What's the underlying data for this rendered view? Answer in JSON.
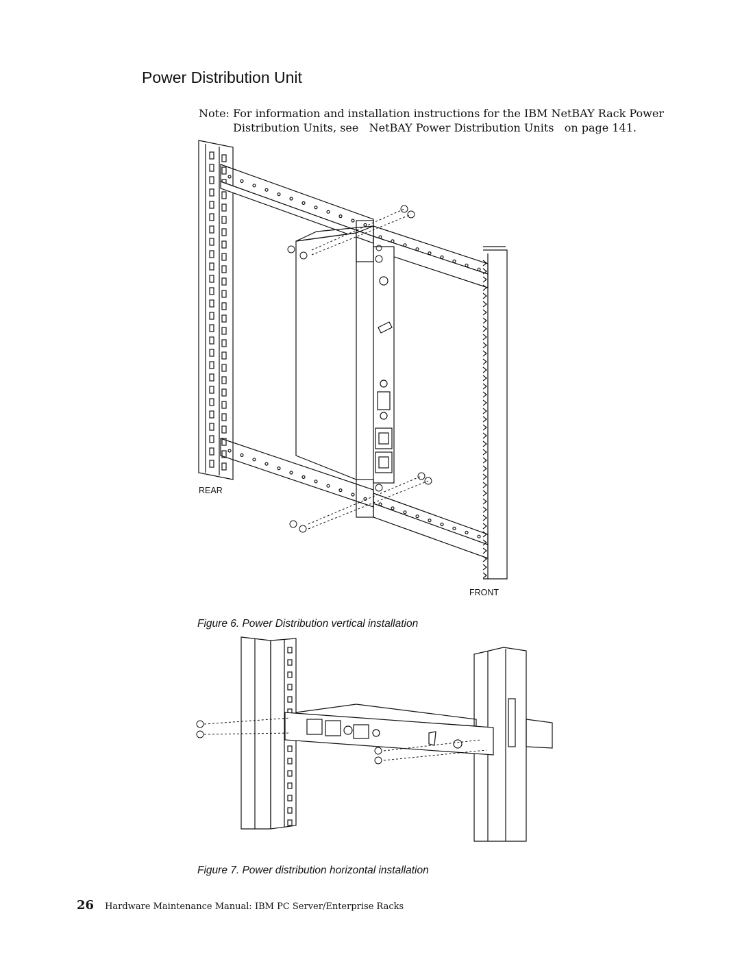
{
  "section": {
    "title": "Power Distribution Unit"
  },
  "note": {
    "label": "Note:",
    "line1": "For information and installation instructions for the IBM NetBAY Rack Power",
    "line2": "Distribution Units, see   NetBAY Power Distribution Units   on page 141."
  },
  "figure6": {
    "label_rear": "REAR",
    "label_front": "FRONT",
    "caption": "Figure 6. Power Distribution vertical installation"
  },
  "figure7": {
    "caption": "Figure 7. Power distribution horizontal installation"
  },
  "footer": {
    "page_number": "26",
    "text": "Hardware Maintenance Manual: IBM PC Server/Enterprise Racks"
  }
}
